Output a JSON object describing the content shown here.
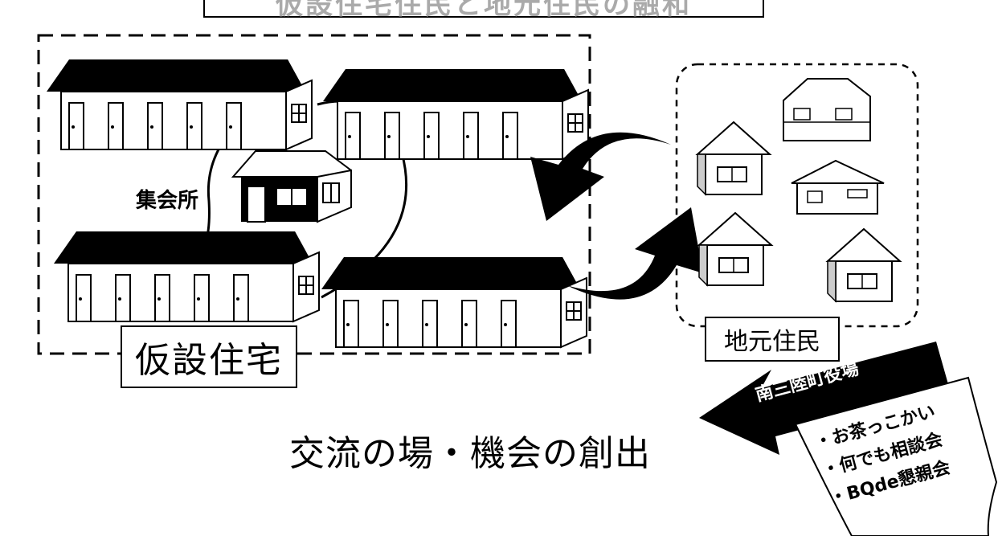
{
  "title": "仮設住宅住民と地元住民の融和",
  "labels": {
    "temporary_housing": "仮設住宅",
    "meeting_hall": "集会所",
    "local_residents": "地元住民",
    "exchange": "交流の場・機会の創出",
    "town_office": "南三陸町役場"
  },
  "events": [
    "・お茶っこかい",
    "・何でも相談会",
    "・BQde懇親会"
  ],
  "icons": [
    "temporary-house-icon",
    "meeting-hall-icon",
    "local-house-icon",
    "cycle-arrows-icon",
    "left-arrow-icon",
    "scroll-icon"
  ],
  "colors": {
    "ink": "#000000",
    "paper": "#ffffff"
  }
}
